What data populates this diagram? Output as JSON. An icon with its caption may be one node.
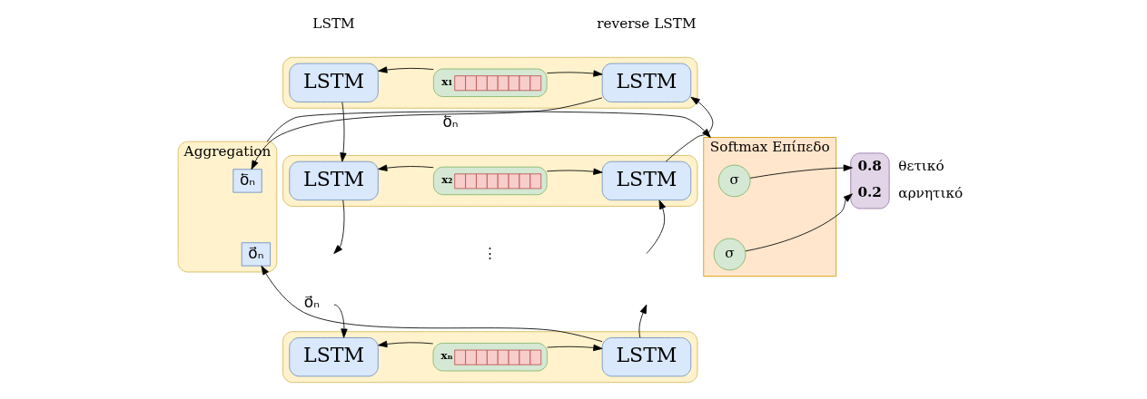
{
  "diagram": {
    "nodes": [
      {
        "text": [],
        "shape": "box"
      },
      {
        "text": [
          "LSTM"
        ],
        "in": 0
      },
      {
        "text": [
          "x₁"
        ],
        "in": 0
      },
      {
        "text": [
          "LSTM"
        ],
        "in": 0
      },
      {
        "text": [],
        "shape": "box"
      },
      {
        "text": [
          "LSTM"
        ],
        "in": 4
      },
      {
        "text": [
          "x₂"
        ],
        "in": 4
      },
      {
        "text": [
          "LSTM"
        ],
        "in": 4
      },
      {
        "text": [],
        "shape": "box"
      },
      {
        "text": [
          "LSTM"
        ],
        "in": 8
      },
      {
        "text": [
          "xₙ"
        ],
        "in": 8
      },
      {
        "text": [
          "LSTM"
        ],
        "in": 8
      },
      {
        "text": [
          "Aggregation"
        ]
      },
      {
        "text": [
          "o⃖ₙ"
        ],
        "in": 12
      },
      {
        "text": [
          "o⃗ₙ"
        ],
        "in": 12
      },
      {
        "text": [
          "Softmax Επίπεδο"
        ]
      },
      {
        "text": [
          "σ"
        ],
        "in": 15
      },
      {
        "text": [
          "σ"
        ],
        "in": 15
      },
      {
        "text": [
          "0.8",
          "0.2"
        ],
        "beside": [
          "θετικό",
          "αρνητικό"
        ]
      }
    ],
    "edges": [
      {
        "from": 2,
        "to": 1,
        "arrow": "to"
      },
      {
        "from": 2,
        "to": 3,
        "arrow": "to"
      },
      {
        "from": 1,
        "to": 5,
        "arrow": "to"
      },
      {
        "from": 7,
        "to": 3,
        "arrow": "to"
      },
      {
        "from": 6,
        "to": 5,
        "arrow": "to"
      },
      {
        "from": 6,
        "to": 7,
        "arrow": "to"
      },
      {
        "from": 5,
        "to": null,
        "arrow": "to"
      },
      {
        "from": null,
        "to": 9,
        "arrow": "to"
      },
      {
        "from": 11,
        "to": null,
        "arrow": "to"
      },
      {
        "from": null,
        "to": 7,
        "arrow": "to"
      },
      {
        "from": 10,
        "to": 9,
        "arrow": "to"
      },
      {
        "from": 10,
        "to": 11,
        "arrow": "to"
      },
      {
        "from": 3,
        "to": 13,
        "arrow": "to",
        "label": "o⃖ₙ"
      },
      {
        "from": 11,
        "to": 14,
        "arrow": "to",
        "label": "o⃗ₙ"
      },
      {
        "from": 12,
        "to": 15,
        "arrow": "to"
      },
      {
        "from": 16,
        "to": 18,
        "arrow": "to"
      },
      {
        "from": 17,
        "to": 18,
        "arrow": "to"
      }
    ],
    "labels": [
      "LSTM",
      "reverse LSTM",
      "⋮"
    ]
  }
}
